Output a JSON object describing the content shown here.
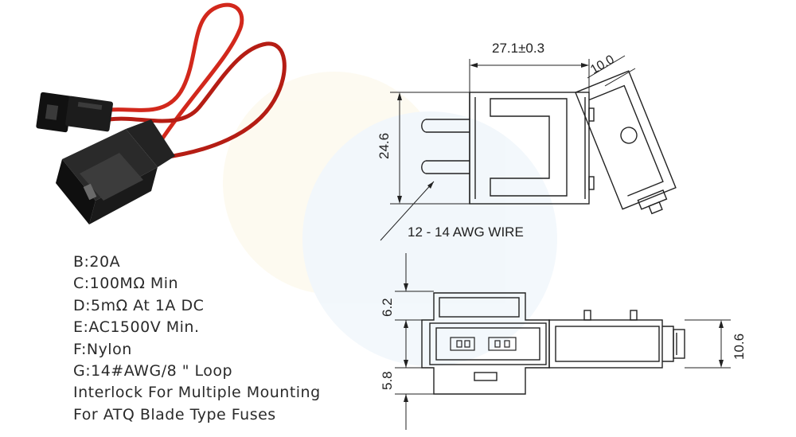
{
  "specs": [
    "B:20A",
    "C:100MΩ  Min",
    "D:5mΩ  At 1A DC",
    "E:AC1500V Min.",
    "F:Nylon",
    "G:14#AWG/8 \" Loop",
    "Interlock For Multiple Mounting",
    "For ATQ Blade Type Fuses"
  ],
  "dimensions": {
    "width_top": "27.1±0.3",
    "angle_dim": "10.0",
    "height_side": "24.6",
    "wire_label": "12 - 14 AWG WIRE",
    "upper_offset": "6.2",
    "lower_offset": "5.8",
    "right_height": "10.6"
  },
  "colors": {
    "wire": "#d2281c",
    "housing": "#1c1c1c",
    "line": "#222222"
  },
  "icons": [
    "fuse-holder-photo",
    "fuse-holder-side-view",
    "fuse-holder-top-view"
  ]
}
